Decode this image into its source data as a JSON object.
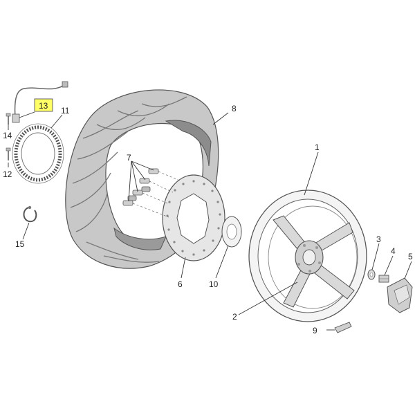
{
  "diagram": {
    "highlight_color": "#ffff66",
    "highlighted_part": "13",
    "callouts": [
      {
        "id": "1",
        "text": "1"
      },
      {
        "id": "2",
        "text": "2"
      },
      {
        "id": "3",
        "text": "3"
      },
      {
        "id": "4",
        "text": "4"
      },
      {
        "id": "5",
        "text": "5"
      },
      {
        "id": "6",
        "text": "6"
      },
      {
        "id": "7",
        "text": "7"
      },
      {
        "id": "8",
        "text": "8"
      },
      {
        "id": "9",
        "text": "9"
      },
      {
        "id": "10",
        "text": "10"
      },
      {
        "id": "11",
        "text": "11"
      },
      {
        "id": "12",
        "text": "12"
      },
      {
        "id": "13",
        "text": "13"
      },
      {
        "id": "14",
        "text": "14"
      },
      {
        "id": "15",
        "text": "15"
      }
    ]
  }
}
